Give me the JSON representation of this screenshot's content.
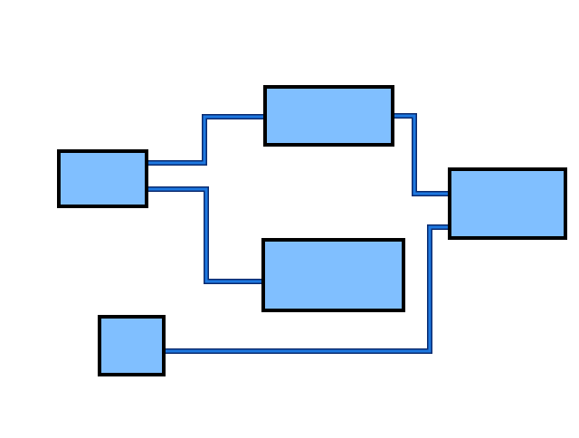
{
  "diagram": {
    "type": "block-diagram",
    "colors": {
      "node_fill": "#80bfff",
      "node_stroke": "#000000",
      "wire_outline": "#0a2a6e",
      "wire_fill": "#1e78e0",
      "background": "#ffffff"
    },
    "nodes": [
      {
        "id": "left-box"
      },
      {
        "id": "top-box"
      },
      {
        "id": "middle-box"
      },
      {
        "id": "right-box"
      },
      {
        "id": "bottom-box"
      }
    ],
    "connections": [
      {
        "from": "left-box",
        "to": "top-box"
      },
      {
        "from": "left-box",
        "to": "middle-box"
      },
      {
        "from": "top-box",
        "to": "right-box"
      },
      {
        "from": "bottom-box",
        "to": "right-box"
      }
    ]
  }
}
